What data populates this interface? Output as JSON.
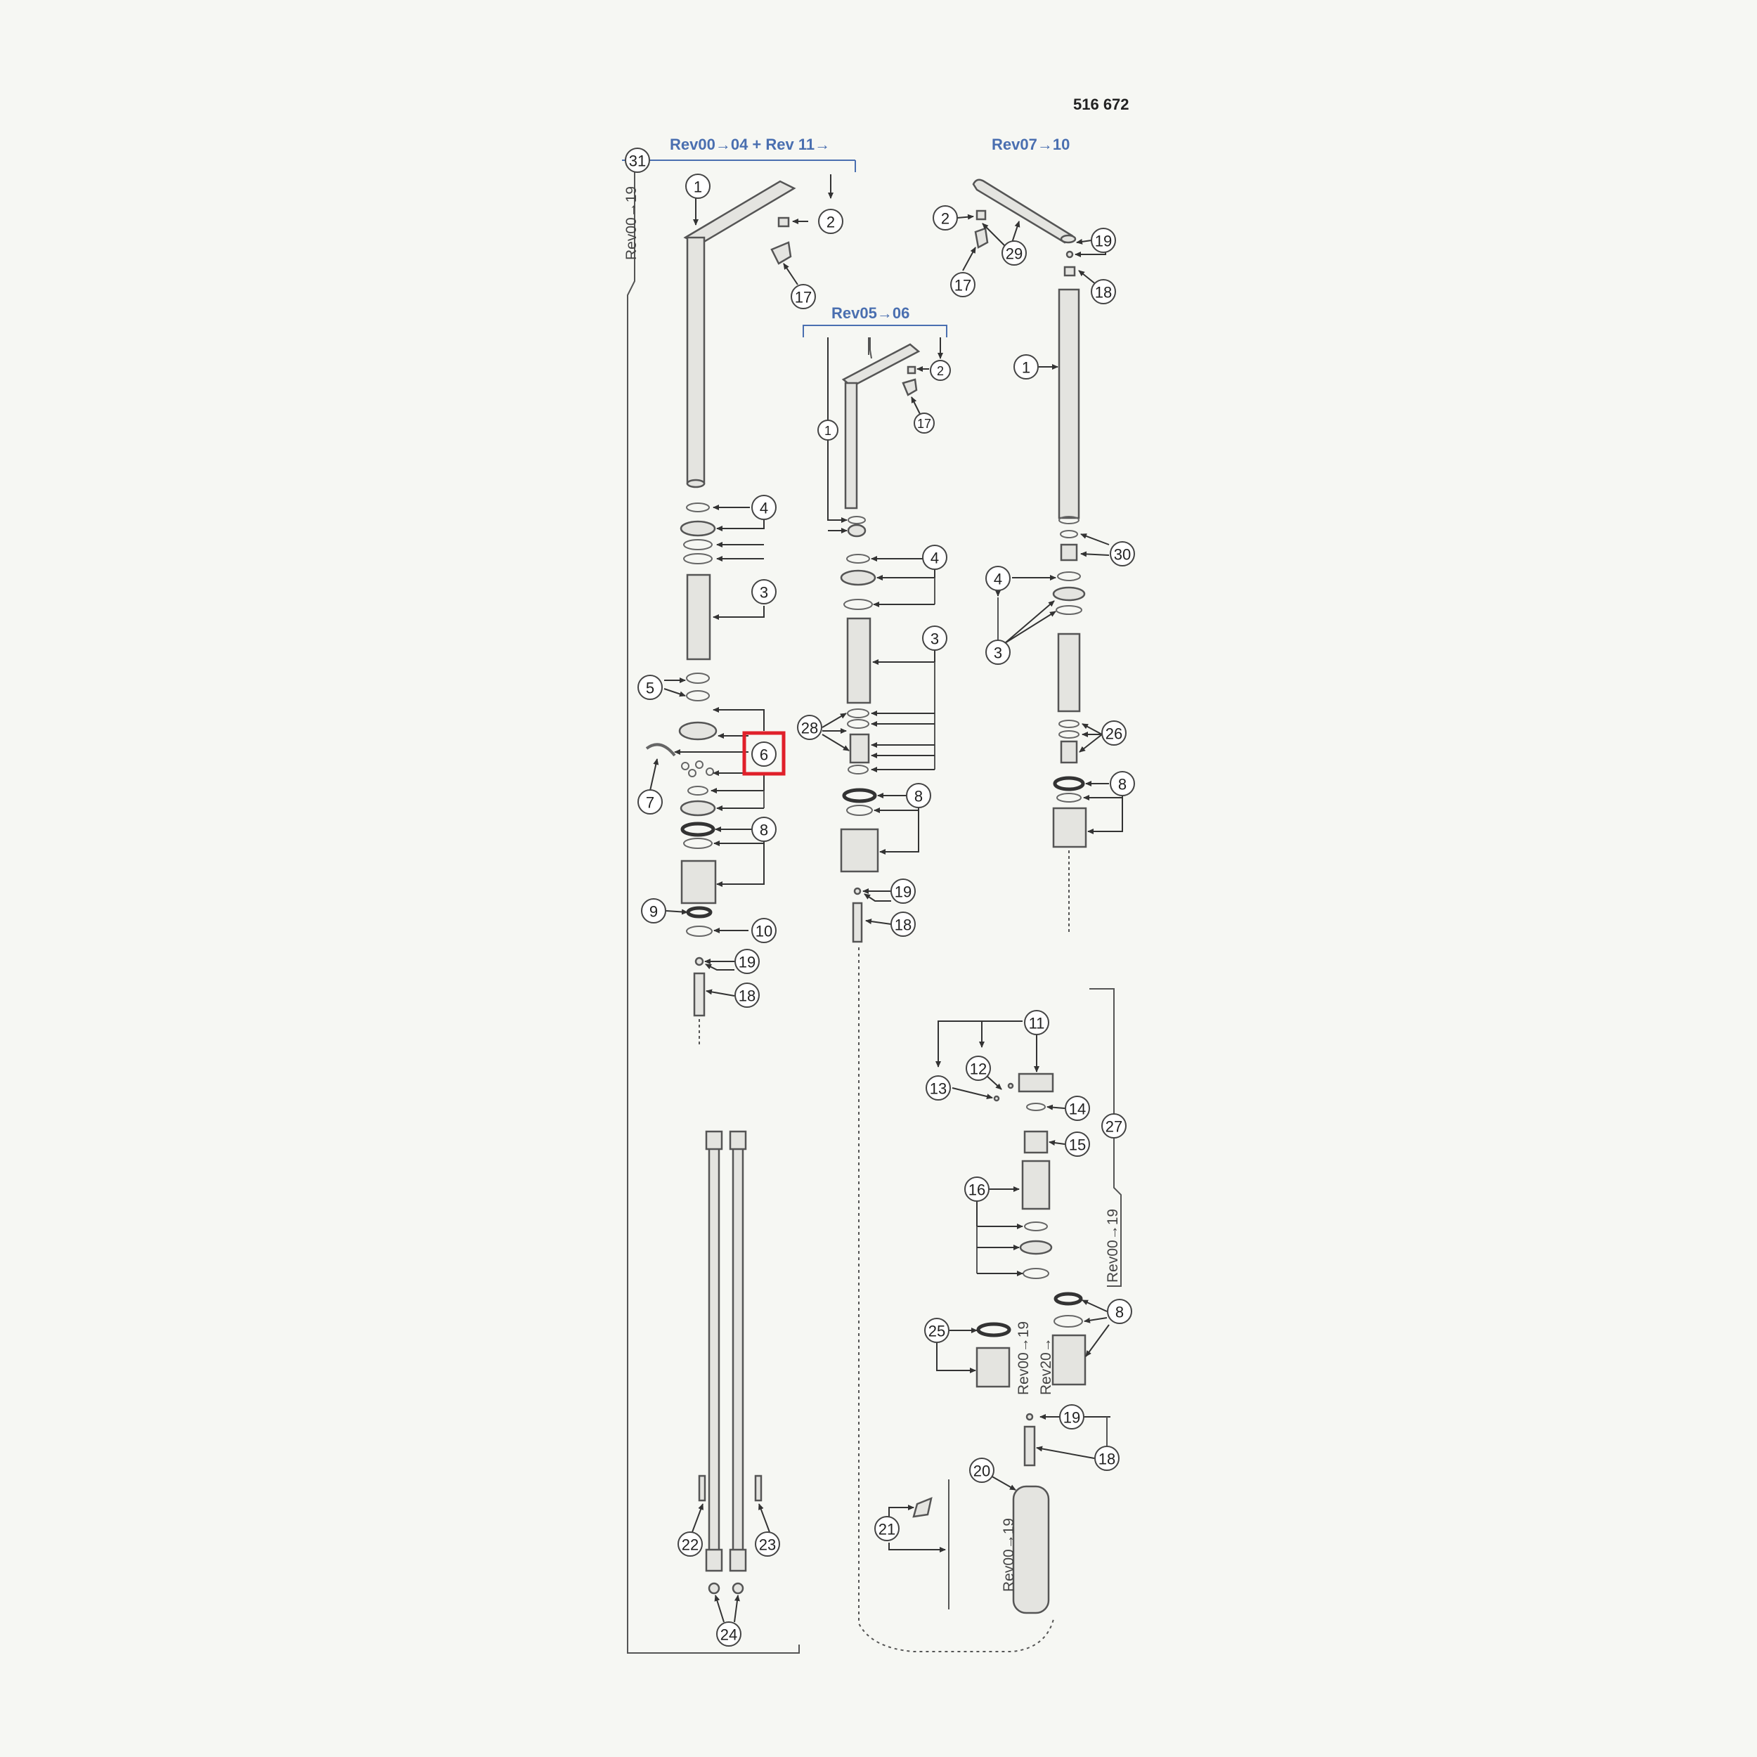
{
  "document_number": "516 672",
  "headers": {
    "left": "Rev00→04 + Rev 11→",
    "middle": "Rev05→06",
    "right": "Rev07→10"
  },
  "rev_notes": {
    "left_bracket": "Rev00→19",
    "right_bracket": "Rev00→19",
    "mid_a": "Rev00→19",
    "mid_b": "Rev20→",
    "bottom": "Rev00→19"
  },
  "highlighted_callout": "6",
  "highlight_color": "#e0202a",
  "callouts": {
    "c31": "31",
    "c1a": "1",
    "c2a": "2",
    "c17a": "17",
    "c4a": "4",
    "c3a": "3",
    "c5": "5",
    "c6": "6",
    "c7": "7",
    "c8a": "8",
    "c9": "9",
    "c10": "10",
    "c19a": "19",
    "c18a": "18",
    "c2b": "2",
    "c17b": "17",
    "c1b": "1",
    "c4b": "4",
    "c3b": "3",
    "c28": "28",
    "c8b": "8",
    "c19b": "19",
    "c18b": "18",
    "c2c": "2",
    "c29": "29",
    "c19c": "19",
    "c17c": "17",
    "c18c": "18",
    "c1c": "1",
    "c30": "30",
    "c4c": "4",
    "c3c": "3",
    "c26": "26",
    "c8c": "8",
    "c11": "11",
    "c12": "12",
    "c13": "13",
    "c14": "14",
    "c15": "15",
    "c27": "27",
    "c16": "16",
    "c8d": "8",
    "c25": "25",
    "c19d": "19",
    "c18d": "18",
    "c20": "20",
    "c21": "21",
    "c22": "22",
    "c23": "23",
    "c24": "24"
  }
}
